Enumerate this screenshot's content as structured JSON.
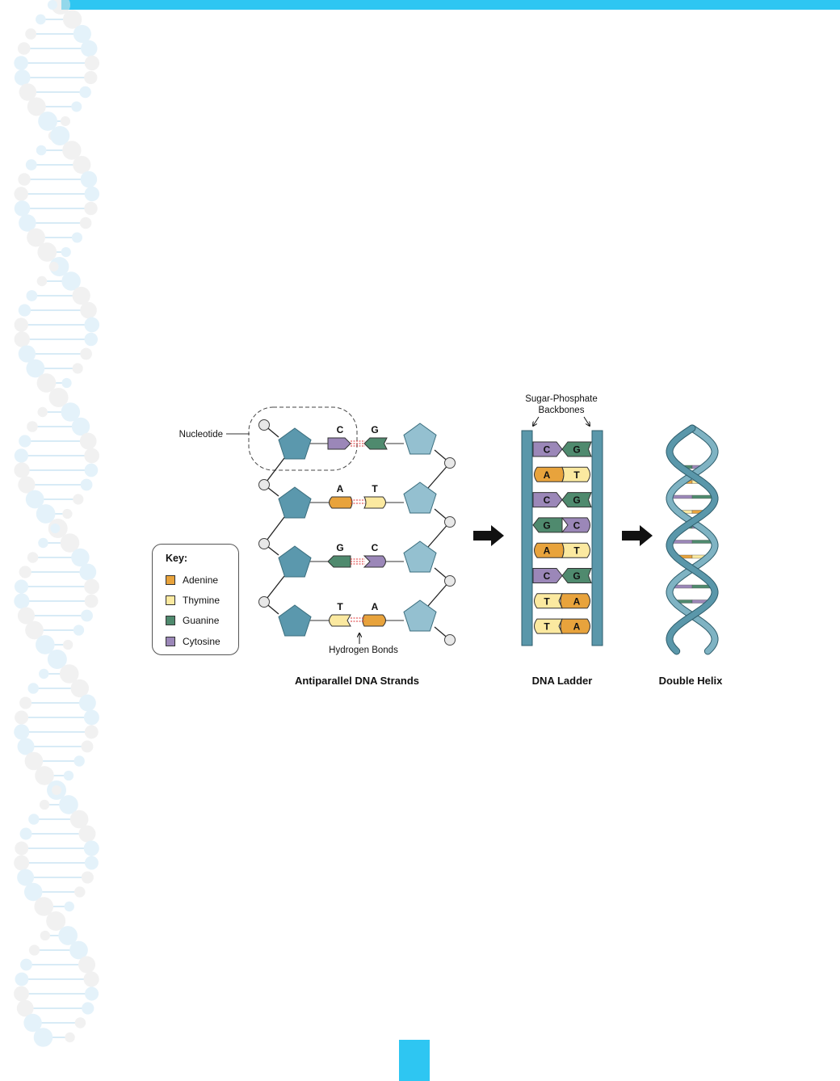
{
  "colors": {
    "accent": "#2ec6f2",
    "adenine": "#e8a33c",
    "thymine": "#fbe9a0",
    "guanine": "#4f8a6e",
    "cytosine": "#9b87b8",
    "sugar": "#5b98ad",
    "sugar_light": "#94c0d0",
    "backbone": "#5a97aa"
  },
  "labels": {
    "nucleotide": "Nucleotide",
    "hydrogen_bonds": "Hydrogen Bonds",
    "sugar_phosphate": "Sugar-Phosphate",
    "backbones": "Backbones"
  },
  "key": {
    "title": "Key:",
    "items": [
      {
        "name": "Adenine",
        "color": "#e8a33c"
      },
      {
        "name": "Thymine",
        "color": "#fbe9a0"
      },
      {
        "name": "Guanine",
        "color": "#4f8a6e"
      },
      {
        "name": "Cytosine",
        "color": "#9b87b8"
      }
    ]
  },
  "strand_pairs": [
    {
      "left": "C",
      "right": "G"
    },
    {
      "left": "A",
      "right": "T"
    },
    {
      "left": "G",
      "right": "C"
    },
    {
      "left": "T",
      "right": "A"
    }
  ],
  "ladder_pairs": [
    {
      "left": "C",
      "right": "G"
    },
    {
      "left": "A",
      "right": "T"
    },
    {
      "left": "C",
      "right": "G"
    },
    {
      "left": "G",
      "right": "C"
    },
    {
      "left": "A",
      "right": "T"
    },
    {
      "left": "C",
      "right": "G"
    },
    {
      "left": "T",
      "right": "A"
    },
    {
      "left": "T",
      "right": "A"
    }
  ],
  "captions": {
    "strands": "Antiparallel DNA Strands",
    "ladder": "DNA Ladder",
    "helix": "Double Helix"
  }
}
